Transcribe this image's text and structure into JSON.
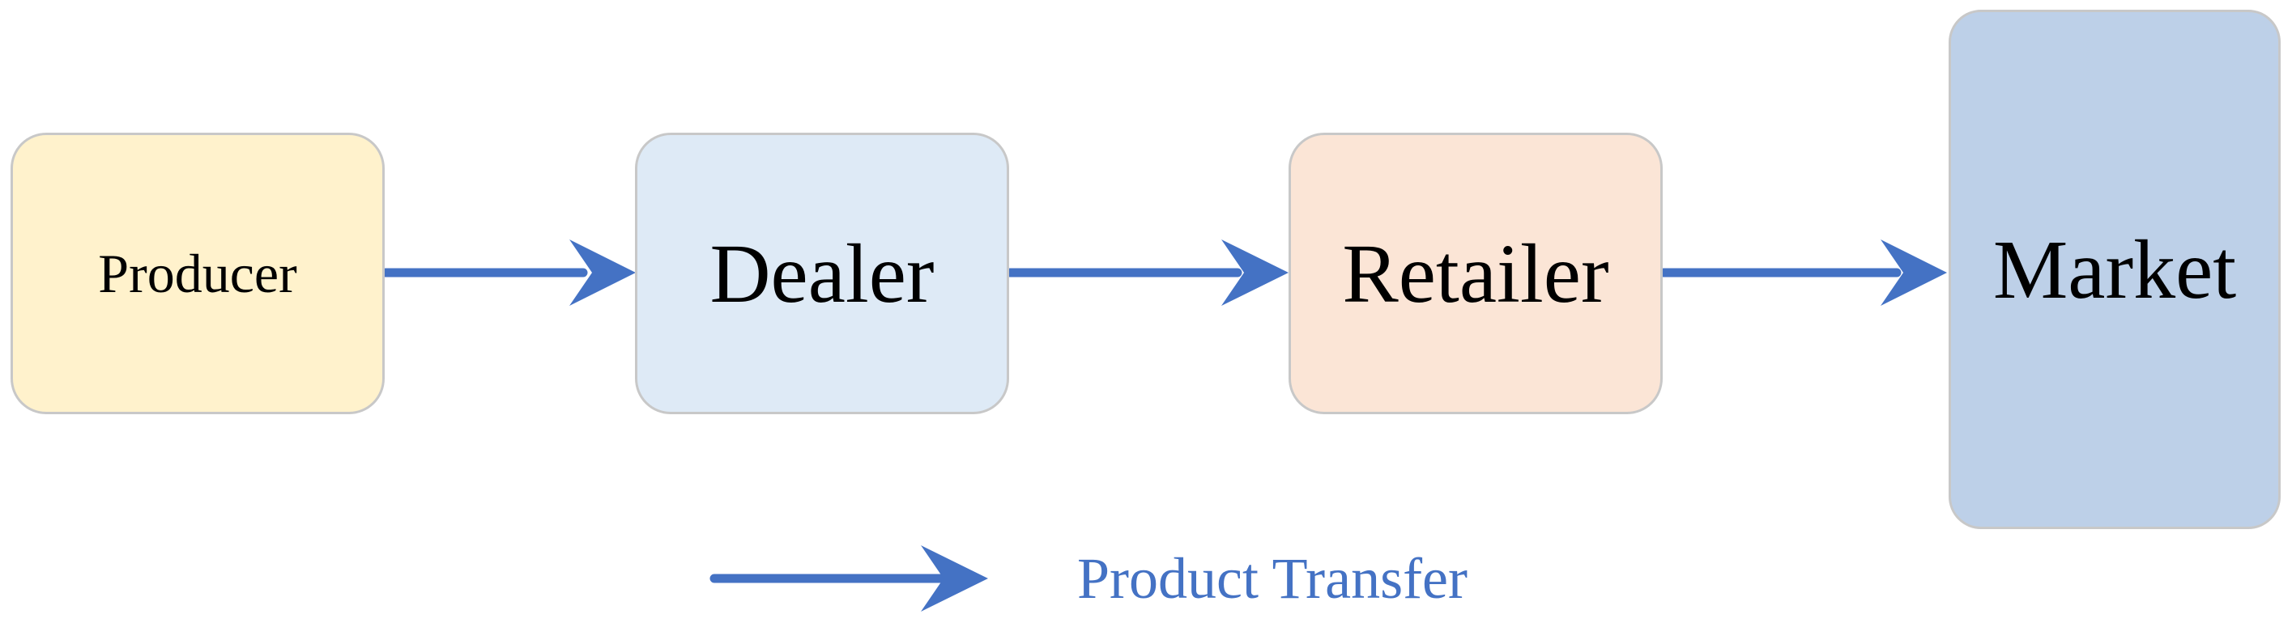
{
  "colors": {
    "producer_fill": "#FFF2CC",
    "dealer_fill": "#DEEAF6",
    "retailer_fill": "#FBE5D6",
    "market_fill": "#BDD0E8",
    "arrow": "#4472C4",
    "legend_text": "#4472C4",
    "border": "#C8C8C8"
  },
  "nodes": {
    "producer": {
      "label": "Producer"
    },
    "dealer": {
      "label": "Dealer"
    },
    "retailer": {
      "label": "Retailer"
    },
    "market": {
      "label": "Market"
    }
  },
  "edges": [
    {
      "from": "Producer",
      "to": "Dealer"
    },
    {
      "from": "Dealer",
      "to": "Retailer"
    },
    {
      "from": "Retailer",
      "to": "Market"
    }
  ],
  "legend": {
    "label": "Product Transfer"
  }
}
